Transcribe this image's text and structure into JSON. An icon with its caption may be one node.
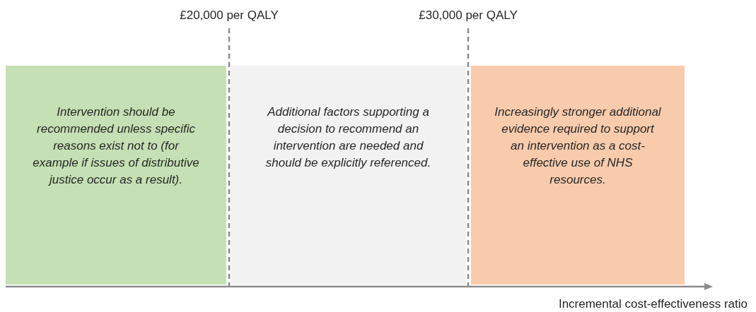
{
  "diagram": {
    "nodes": [
      {
        "text": [
          "Intervention should be recommended unless specific reasons exist not to (for example if issues of distributive justice occur as a result)."
        ]
      },
      {
        "text": [
          "Additional factors supporting a decision to recommend an intervention are needed and should be explicitly referenced."
        ]
      },
      {
        "text": [
          "Increasingly stronger additional evidence required to support an intervention as a cost-effective use of NHS resources."
        ]
      }
    ],
    "labels": [
      "£20,000 per QALY",
      "£30,000 per QALY",
      "Incremental cost-effectiveness ratio"
    ]
  }
}
